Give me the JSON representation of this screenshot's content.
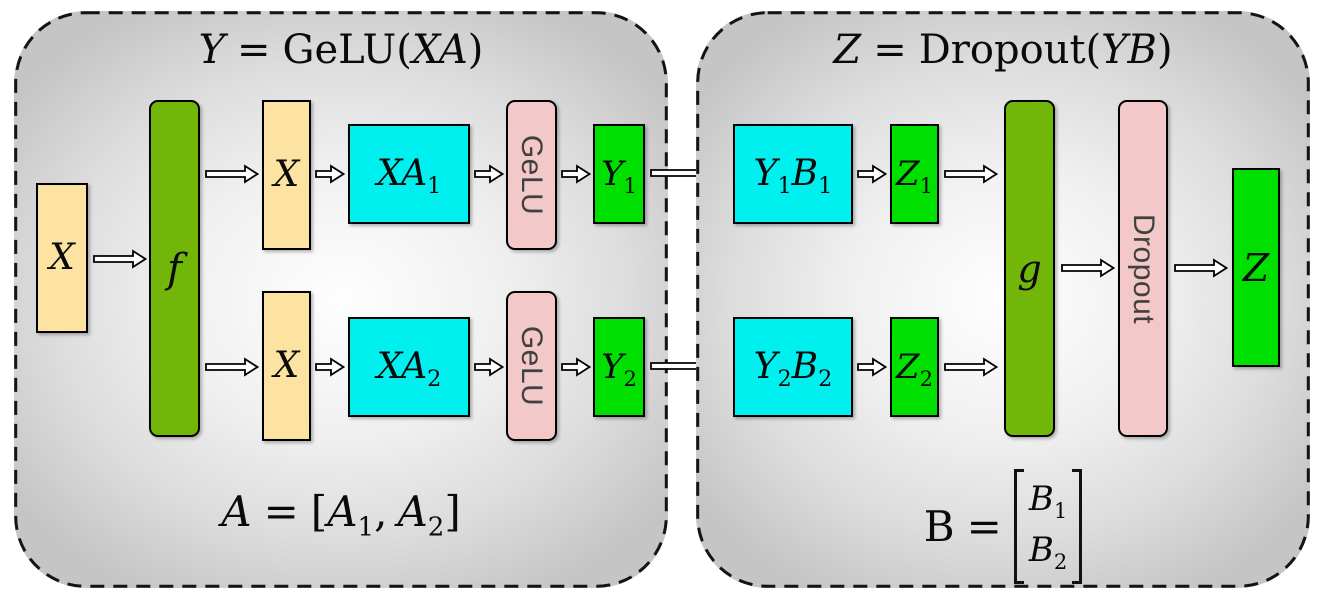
{
  "figure": {
    "left_panel": {
      "title": {
        "lhs": "Y",
        "rel": "=",
        "fn": "GeLU",
        "open": "(",
        "arg": "XA",
        "close": ")"
      },
      "input": {
        "base": "X"
      },
      "split_op": {
        "base": "f"
      },
      "rows": [
        {
          "x": {
            "base": "X"
          },
          "mm": {
            "base": "XA",
            "sub": "1"
          },
          "act": "GeLU",
          "out": {
            "base": "Y",
            "sub": "1"
          }
        },
        {
          "x": {
            "base": "X"
          },
          "mm": {
            "base": "XA",
            "sub": "2"
          },
          "act": "GeLU",
          "out": {
            "base": "Y",
            "sub": "2"
          }
        }
      ],
      "formula": {
        "lhs": "A",
        "rel": "=",
        "open": "[",
        "item1": {
          "base": "A",
          "sub": "1"
        },
        "sep": ",",
        "item2": {
          "base": "A",
          "sub": "2"
        },
        "close": "]"
      }
    },
    "right_panel": {
      "title": {
        "lhs": "Z",
        "rel": "=",
        "fn": "Dropout",
        "open": "(",
        "arg": "YB",
        "close": ")"
      },
      "rows": [
        {
          "mm": {
            "base": "Y",
            "sub": "1",
            "base2": "B",
            "sub2": "1"
          },
          "out": {
            "base": "Z",
            "sub": "1"
          }
        },
        {
          "mm": {
            "base": "Y",
            "sub": "2",
            "base2": "B",
            "sub2": "2"
          },
          "out": {
            "base": "Z",
            "sub": "2"
          }
        }
      ],
      "gather_op": {
        "base": "g"
      },
      "dropout_op": "Dropout",
      "output": {
        "base": "Z"
      },
      "formula": {
        "lhs": "B",
        "rel": "=",
        "rows": [
          {
            "base": "B",
            "sub": "1"
          },
          {
            "base": "B",
            "sub": "2"
          }
        ]
      }
    },
    "colors": {
      "input_tan": "#fce3a1",
      "matmul_cyan": "#00f0f0",
      "result_green": "#00e000",
      "comm_op_green": "#71b608",
      "elementwise_pink": "#f2c8c8"
    }
  }
}
